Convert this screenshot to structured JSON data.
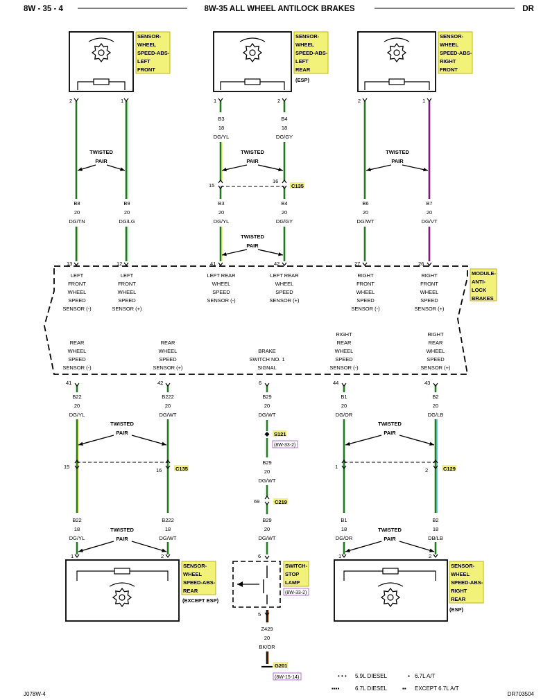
{
  "header": {
    "page_left": "8W - 35 - 4",
    "title": "8W-35 ALL WHEEL ANTILOCK BRAKES",
    "page_right": "DR"
  },
  "footer": {
    "left": "J078W-4",
    "right": "DR703504"
  },
  "colors": {
    "yellow_tag": "#f2f27a",
    "tag_border": "#b0a000",
    "ref_border": "#a050c0",
    "wire_dg": "#1e7a1e",
    "wire_lg": "#7fd07f",
    "wire_yl": "#e8e860",
    "wire_vt": "#a030a0",
    "wire_lb": "#4fb8ea",
    "wire_dgwt": "#2a7a2a",
    "wire_or": "#c06010",
    "wire_bk": "#111111"
  },
  "twisted_pair": [
    "TWISTED",
    "PAIR"
  ],
  "sensors": {
    "lf": {
      "tag": [
        "SENSOR-",
        "WHEEL",
        "SPEED-ABS-",
        "LEFT",
        "FRONT"
      ],
      "pins": [
        "2",
        "1"
      ]
    },
    "lr": {
      "tag": [
        "SENSOR-",
        "WHEEL",
        "SPEED-ABS-",
        "LEFT",
        "REAR"
      ],
      "note": "(ESP)",
      "pins": [
        "1",
        "2"
      ]
    },
    "rf": {
      "tag": [
        "SENSOR-",
        "WHEEL",
        "SPEED-ABS-",
        "RIGHT",
        "FRONT"
      ],
      "pins": [
        "2",
        "1"
      ]
    },
    "rear": {
      "tag": [
        "SENSOR-",
        "WHEEL",
        "SPEED-ABS-",
        "REAR"
      ],
      "note": "(EXCEPT ESP)",
      "pins": [
        "1",
        "2"
      ]
    },
    "rr": {
      "tag": [
        "SENSOR-",
        "WHEEL",
        "SPEED-ABS-",
        "RIGHT",
        "REAR"
      ],
      "note": "(ESP)",
      "pins": [
        "1",
        "2"
      ]
    }
  },
  "upper_wires": {
    "lr_top": [
      {
        "circuit": "B3",
        "gauge": "18",
        "color": "DG/YL"
      },
      {
        "circuit": "B4",
        "gauge": "18",
        "color": "DG/GY"
      }
    ],
    "connector_c135_top": {
      "name": "C135",
      "pins": [
        "15",
        "16"
      ]
    },
    "mid": [
      {
        "circuit": "B8",
        "gauge": "20",
        "color": "DG/TN"
      },
      {
        "circuit": "B9",
        "gauge": "20",
        "color": "DG/LG"
      },
      {
        "circuit": "B3",
        "gauge": "20",
        "color": "DG/YL"
      },
      {
        "circuit": "B4",
        "gauge": "20",
        "color": "DG/GY"
      },
      {
        "circuit": "B6",
        "gauge": "20",
        "color": "DG/WT"
      },
      {
        "circuit": "B7",
        "gauge": "20",
        "color": "DG/VT"
      }
    ]
  },
  "module": {
    "tag": [
      "MODULE-",
      "ANTI-",
      "LOCK",
      "BRAKES"
    ],
    "top_pins": [
      "13",
      "12",
      "41",
      "42",
      "27",
      "26"
    ],
    "top_labels": [
      [
        "LEFT",
        "FRONT",
        "WHEEL",
        "SPEED",
        "SENSOR (-)"
      ],
      [
        "LEFT",
        "FRONT",
        "WHEEL",
        "SPEED",
        "SENSOR (+)"
      ],
      [
        "LEFT REAR",
        "WHEEL",
        "SPEED",
        "SENSOR (-)"
      ],
      [
        "LEFT REAR",
        "WHEEL",
        "SPEED",
        "SENSOR (+)"
      ],
      [
        "RIGHT",
        "FRONT",
        "WHEEL",
        "SPEED",
        "SENSOR (-)"
      ],
      [
        "RIGHT",
        "FRONT",
        "WHEEL",
        "SPEED",
        "SENSOR (+)"
      ]
    ],
    "bottom_labels": [
      [
        "REAR",
        "WHEEL",
        "SPEED",
        "SENSOR (-)"
      ],
      [
        "REAR",
        "WHEEL",
        "SPEED",
        "SENSOR (+)"
      ],
      [
        "BRAKE",
        "SWITCH NO. 1",
        "SIGNAL"
      ],
      [
        "RIGHT",
        "REAR",
        "WHEEL",
        "SPEED",
        "SENSOR (-)"
      ],
      [
        "RIGHT",
        "REAR",
        "WHEEL",
        "SPEED",
        "SENSOR (+)"
      ]
    ],
    "bottom_pins": [
      "41",
      "42",
      "6",
      "44",
      "43"
    ]
  },
  "lower_wires": {
    "top": [
      {
        "circuit": "B22",
        "gauge": "20",
        "color": "DG/YL"
      },
      {
        "circuit": "B222",
        "gauge": "20",
        "color": "DG/WT"
      },
      {
        "circuit": "B29",
        "gauge": "20",
        "color": "DG/WT"
      },
      {
        "circuit": "B1",
        "gauge": "20",
        "color": "DG/OR"
      },
      {
        "circuit": "B2",
        "gauge": "20",
        "color": "DG/LB"
      }
    ],
    "splice": {
      "name": "S121",
      "ref": "(8W-33-2)"
    },
    "b29_mid": {
      "circuit": "B29",
      "gauge": "20",
      "color": "DG/WT"
    },
    "connector_c219": {
      "name": "C219",
      "pin": "69"
    },
    "b29_low": {
      "circuit": "B29",
      "gauge": "20",
      "color": "DG/WT"
    },
    "connector_c135_low": {
      "name": "C135",
      "pins": [
        "15",
        "16"
      ]
    },
    "connector_c129": {
      "name": "C129",
      "pins": [
        "1",
        "2"
      ]
    },
    "bottom": [
      {
        "circuit": "B22",
        "gauge": "18",
        "color": "DG/YL"
      },
      {
        "circuit": "B222",
        "gauge": "18",
        "color": "DG/WT"
      },
      {
        "circuit": "B1",
        "gauge": "18",
        "color": "DG/OR"
      },
      {
        "circuit": "B2",
        "gauge": "18",
        "color": "DB/LB"
      }
    ]
  },
  "stop_lamp": {
    "tag": [
      "SWITCH-",
      "STOP",
      "LAMP"
    ],
    "ref": "(8W-33-2)",
    "pins": [
      "6",
      "5"
    ]
  },
  "ground_wire": {
    "circuit": "Z429",
    "gauge": "20",
    "color": "BK/OR"
  },
  "ground": {
    "name": "G201",
    "ref": "(8W-15-14)"
  },
  "legend": [
    {
      "symbol": "• • •",
      "text": "5.9L DIESEL"
    },
    {
      "symbol": "▪▪▪▪",
      "text": "6.7L DIESEL"
    },
    {
      "symbol": "▪",
      "text": "6.7L A/T"
    },
    {
      "symbol": "▪▪",
      "text": "EXCEPT 6.7L A/T"
    }
  ]
}
